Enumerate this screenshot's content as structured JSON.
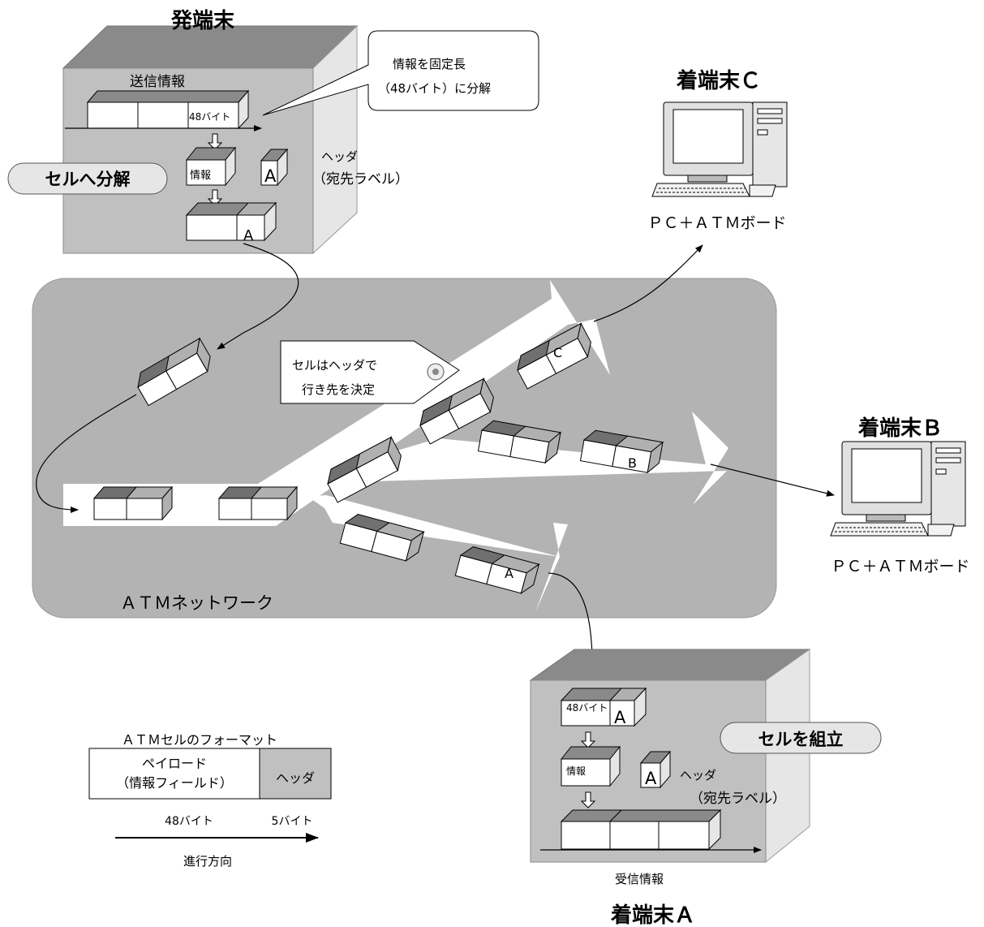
{
  "sender": {
    "title": "発端末",
    "send_info": "送信情報",
    "bytes48": "48バイト",
    "info": "情報",
    "header_label": "ヘッダ",
    "dest_label": "（宛先ラベル）",
    "cell_letter": "A",
    "callout_line1": "情報を固定長",
    "callout_line2": "（48バイト）に分解",
    "decompose_pill": "セルへ分解"
  },
  "network": {
    "label": "ＡＴＭネットワーク",
    "tag_line1": "セルはヘッダで",
    "tag_line2": "行き先を決定",
    "cell_a": "A",
    "cell_b": "B",
    "cell_c": "C"
  },
  "terminal_c": {
    "title": "着端末Ｃ",
    "caption": "ＰＣ＋ＡＴＭボード"
  },
  "terminal_b": {
    "title": "着端末Ｂ",
    "caption": "ＰＣ＋ＡＴＭボード"
  },
  "receiver": {
    "title": "着端末Ａ",
    "bytes48": "48バイト",
    "letter": "A",
    "info": "情報",
    "header_label": "ヘッダ",
    "dest_label": "（宛先ラベル）",
    "recv_info": "受信情報",
    "assemble_pill": "セルを組立"
  },
  "format": {
    "title": "ＡＴＭセルのフォーマット",
    "payload_line1": "ペイロード",
    "payload_line2": "（情報フィールド）",
    "header": "ヘッダ",
    "payload_bytes": "48バイト",
    "header_bytes": "5バイト",
    "direction": "進行方向"
  },
  "colors": {
    "box_front": "#c0c0c0",
    "box_top": "#8a8a8a",
    "box_side": "#e6e6e6",
    "network": "#b3b3b3",
    "cell_top": "#707070",
    "cell_side": "#b0b0b0"
  }
}
